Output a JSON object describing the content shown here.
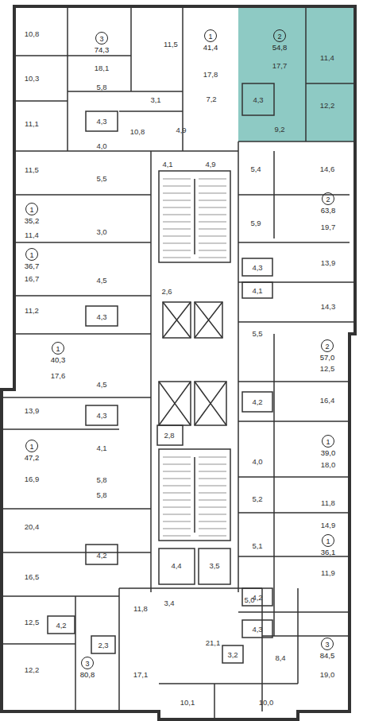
{
  "diagram": {
    "nodes": [
      {
        "text": [
          "3",
          "74,3"
        ]
      },
      {
        "text": [
          "1",
          "41,4"
        ]
      },
      {
        "text": [
          "2",
          "54,8"
        ]
      },
      {
        "text": [
          "1",
          "35,2"
        ]
      },
      {
        "text": [
          "2",
          "63,8"
        ]
      },
      {
        "text": [
          "1",
          "36,7"
        ]
      },
      {
        "text": [
          "2",
          "57,0"
        ]
      },
      {
        "text": [
          "1",
          "40,3"
        ]
      },
      {
        "text": [
          "1",
          "47,2"
        ]
      },
      {
        "text": [
          "1",
          "39,0"
        ]
      },
      {
        "text": [
          "1",
          "36,1"
        ]
      },
      {
        "text": [
          "3",
          "84,5"
        ]
      },
      {
        "text": [
          "3",
          "80,8"
        ]
      }
    ],
    "labels": [
      "10,8",
      "18,1",
      "11,5",
      "17,8",
      "10,3",
      "5,8",
      "3,1",
      "7,2",
      "11,1",
      "4,3",
      "10,8",
      "4,9",
      "4,0",
      "4,1",
      "4,9",
      "11,5",
      "5,5",
      "11,4",
      "3,0",
      "16,7",
      "4,5",
      "2,6",
      "11,2",
      "4,3",
      "17,6",
      "4,5",
      "13,9",
      "4,3",
      "16,9",
      "4,1",
      "5,8",
      "5,8",
      "20,4",
      "16,5",
      "4,2",
      "12,5",
      "4,2",
      "2,3",
      "11,8",
      "3,4",
      "12,2",
      "17,1",
      "21,1",
      "10,1",
      "10,0",
      "2,8",
      "4,4",
      "3,5",
      "5,0",
      "3,2",
      "8,4",
      "17,7",
      "11,4",
      "4,3",
      "12,2",
      "9,2",
      "5,4",
      "14,6",
      "19,7",
      "5,9",
      "13,9",
      "4,3",
      "4,1",
      "14,3",
      "5,5",
      "12,5",
      "16,4",
      "4,2",
      "18,0",
      "4,0",
      "5,2",
      "11,8",
      "14,9",
      "5,1",
      "11,9",
      "4,2",
      "4,3",
      "19,0"
    ]
  }
}
